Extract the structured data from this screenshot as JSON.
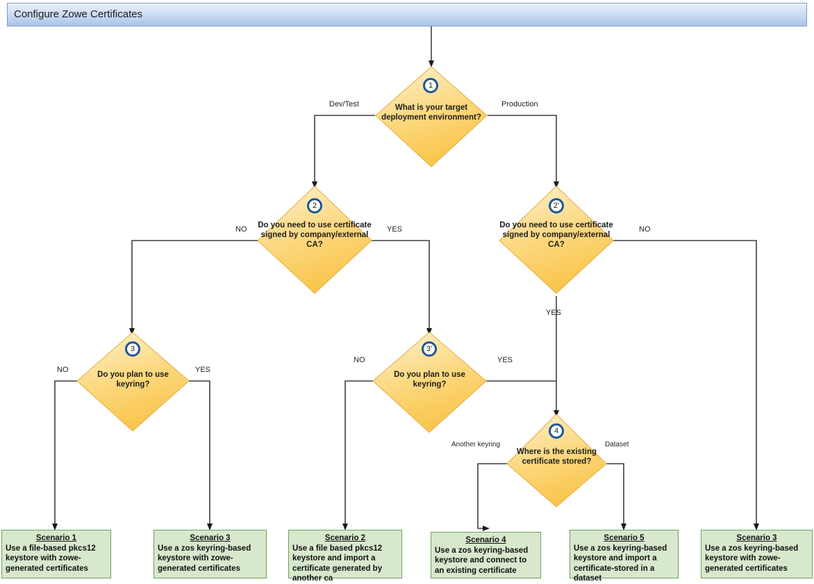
{
  "window": {
    "title": "Configure Zowe Certificates"
  },
  "diagram": {
    "type": "flowchart",
    "decisions": [
      {
        "id": "d1",
        "badge": "1",
        "text": "What is your target deployment environment?",
        "outcomes": [
          "Dev/Test",
          "Production"
        ]
      },
      {
        "id": "d2",
        "badge": "2",
        "text": "Do you need to use certificate signed by company/external CA?",
        "outcomes": [
          "NO",
          "YES"
        ]
      },
      {
        "id": "d2p",
        "badge": "2'",
        "text": "Do you need to use certificate signed by company/external CA?",
        "outcomes": [
          "NO",
          "YES"
        ]
      },
      {
        "id": "d3",
        "badge": "3",
        "text": "Do you plan to use keyring?",
        "outcomes": [
          "NO",
          "YES"
        ]
      },
      {
        "id": "d3p",
        "badge": "3'",
        "text": "Do you plan to use keyring?",
        "outcomes": [
          "NO",
          "YES"
        ]
      },
      {
        "id": "d4",
        "badge": "4",
        "text": "Where is the existing certificate stored?",
        "outcomes": [
          "Another keyring",
          "Dataset"
        ]
      }
    ],
    "edge_labels": {
      "d1_left": "Dev/Test",
      "d1_right": "Production",
      "d2_left": "NO",
      "d2_right": "YES",
      "d2p_right": "NO",
      "d2p_down": "YES",
      "d3_left": "NO",
      "d3_right": "YES",
      "d3p_left": "NO",
      "d3p_right": "YES",
      "d4_left": "Another keyring",
      "d4_right": "Dataset"
    },
    "scenarios": [
      {
        "id": "s1",
        "title": "Scenario 1",
        "body": "Use a file-based pkcs12 keystore with zowe-generated certificates"
      },
      {
        "id": "s3a",
        "title": "Scenario 3",
        "body": "Use a zos keyring-based keystore with zowe-generated certificates"
      },
      {
        "id": "s2",
        "title": "Scenario 2",
        "body": "Use a file based pkcs12 keystore and import a certificate generated by another ca"
      },
      {
        "id": "s4",
        "title": "Scenario 4",
        "body": "Use a zos keyring-based keystore and connect to an existing certificate"
      },
      {
        "id": "s5",
        "title": "Scenario 5",
        "body": "Use a zos keyring-based keystore and import a certificate-stored in a dataset"
      },
      {
        "id": "s3b",
        "title": "Scenario 3",
        "body": "Use a zos keyring-based keystore with zowe-generated certificates"
      }
    ]
  },
  "colors": {
    "title_bar_border": "#7a9bc4",
    "title_bar_fill": "#a9c4e8",
    "decision_fill": "#fcd980",
    "decision_fill_light": "#fdf0c9",
    "decision_stroke": "#e8b64c",
    "badge_ring": "#1f5699",
    "scenario_fill": "#d7e8cd",
    "scenario_stroke": "#6f9e5a",
    "connector": "#3f3f3f"
  }
}
